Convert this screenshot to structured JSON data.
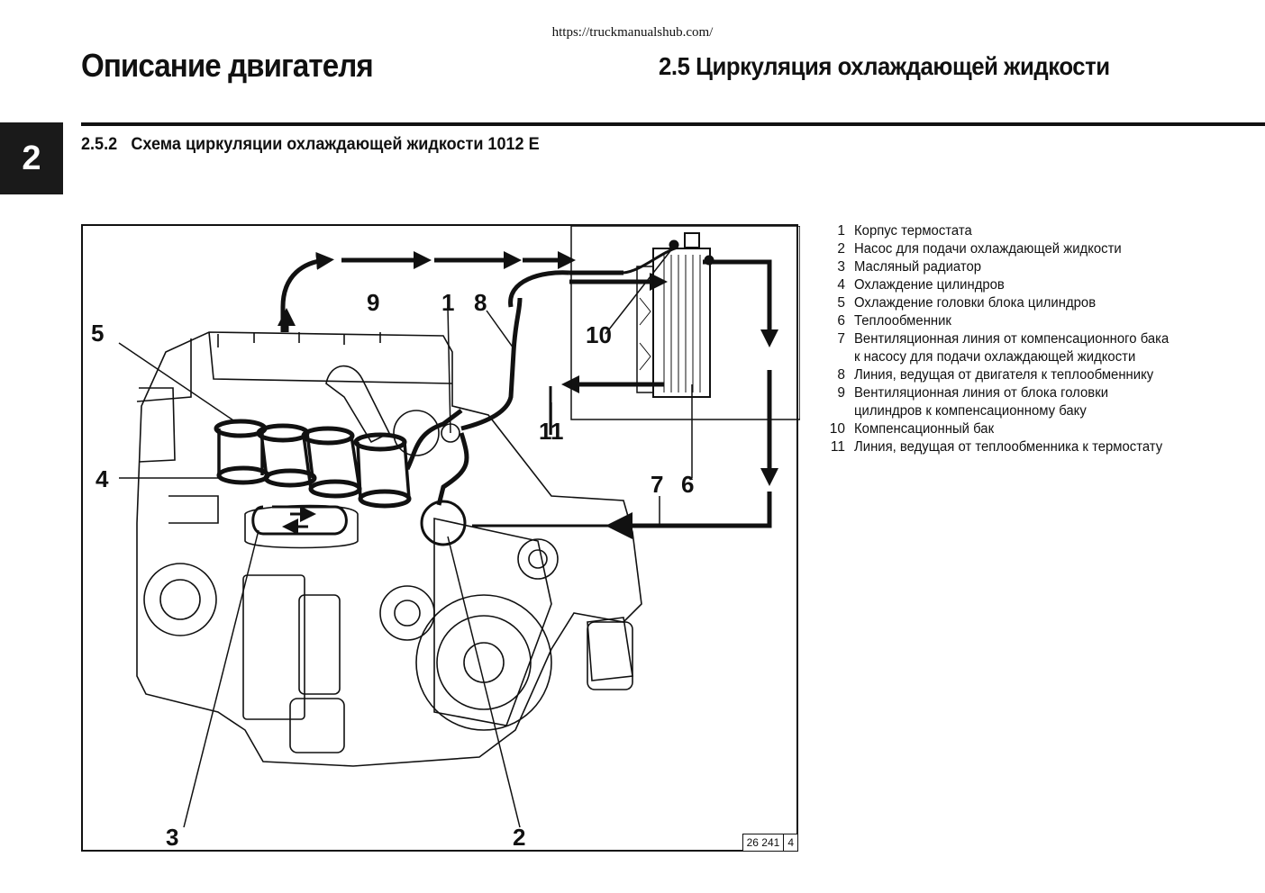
{
  "page": {
    "url": "https://truckmanualshub.com/",
    "header_left": "Описание двигателя",
    "header_right": "2.5 Циркуляция охлаждающей жидкости",
    "chapter_tab": "2",
    "section_number": "2.5.2",
    "section_title": "Схема циркуляции охлаждающей жидкости 1012 E"
  },
  "figure": {
    "callouts": {
      "c1": "1",
      "c2": "2",
      "c3": "3",
      "c4": "4",
      "c5": "5",
      "c6": "6",
      "c7": "7",
      "c8": "8",
      "c9": "9",
      "c10": "10",
      "c11": "11"
    },
    "ref_code": "26 241",
    "ref_num": "4"
  },
  "legend": [
    {
      "num": "1",
      "text": "Корпус термостата"
    },
    {
      "num": "2",
      "text": "Насос для подачи охлаждающей жидкости"
    },
    {
      "num": "3",
      "text": "Масляный радиатор"
    },
    {
      "num": "4",
      "text": "Охлаждение цилиндров"
    },
    {
      "num": "5",
      "text": "Охлаждение головки блока цилиндров"
    },
    {
      "num": "6",
      "text": "Теплообменник"
    },
    {
      "num": "7",
      "text": "Вентиляционная линия от компенсационного бака к насосу для подачи охлаждающей жидкости"
    },
    {
      "num": "8",
      "text": "Линия, ведущая от двигателя к теплообменнику"
    },
    {
      "num": "9",
      "text": "Вентиляционная линия от блока головки цилиндров к компенсационному баку"
    },
    {
      "num": "10",
      "text": "Компенсационный бак"
    },
    {
      "num": "11",
      "text": "Линия, ведущая от теплообменника к термостату"
    }
  ]
}
